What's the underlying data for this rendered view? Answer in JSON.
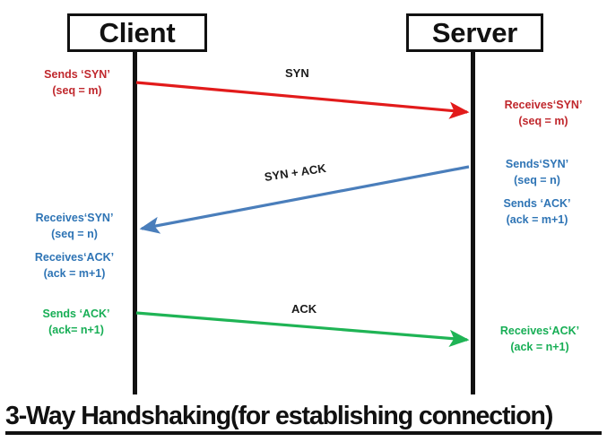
{
  "diagram": {
    "title": "3-Way Handshaking(for establishing connection)",
    "endpoints": {
      "client": "Client",
      "server": "Server"
    },
    "colors": {
      "red_line": "#E21B1B",
      "red_text": "#C0282D",
      "blue_line": "#4A7EBB",
      "blue_text": "#2E74B5",
      "green_line": "#1FB455",
      "green_text": "#17AE55",
      "black": "#111111"
    },
    "messages": [
      {
        "name": "syn",
        "caption": "SYN",
        "color": "#E21B1B",
        "direction": "client-to-server"
      },
      {
        "name": "syn-ack",
        "caption": "SYN + ACK",
        "color": "#4A7EBB",
        "direction": "server-to-client"
      },
      {
        "name": "ack",
        "caption": "ACK",
        "color": "#1FB455",
        "direction": "client-to-server"
      }
    ],
    "notes": {
      "client_sends_syn": {
        "line1": "Sends ‘SYN’",
        "line2": "(seq = m)"
      },
      "server_receives_syn": {
        "line1": "Receives‘SYN’",
        "line2": "(seq = m)"
      },
      "server_sends_syn": {
        "line1": "Sends‘SYN’",
        "line2": "(seq = n)"
      },
      "server_sends_ack": {
        "line1": "Sends ‘ACK’",
        "line2": "(ack = m+1)"
      },
      "client_receives_syn": {
        "line1": "Receives‘SYN’",
        "line2": "(seq = n)"
      },
      "client_receives_ack": {
        "line1": "Receives‘ACK’",
        "line2": "(ack = m+1)"
      },
      "client_sends_ack": {
        "line1": "Sends ‘ACK’",
        "line2": "(ack= n+1)"
      },
      "server_receives_ack": {
        "line1": "Receives‘ACK’",
        "line2": "(ack = n+1)"
      }
    }
  }
}
